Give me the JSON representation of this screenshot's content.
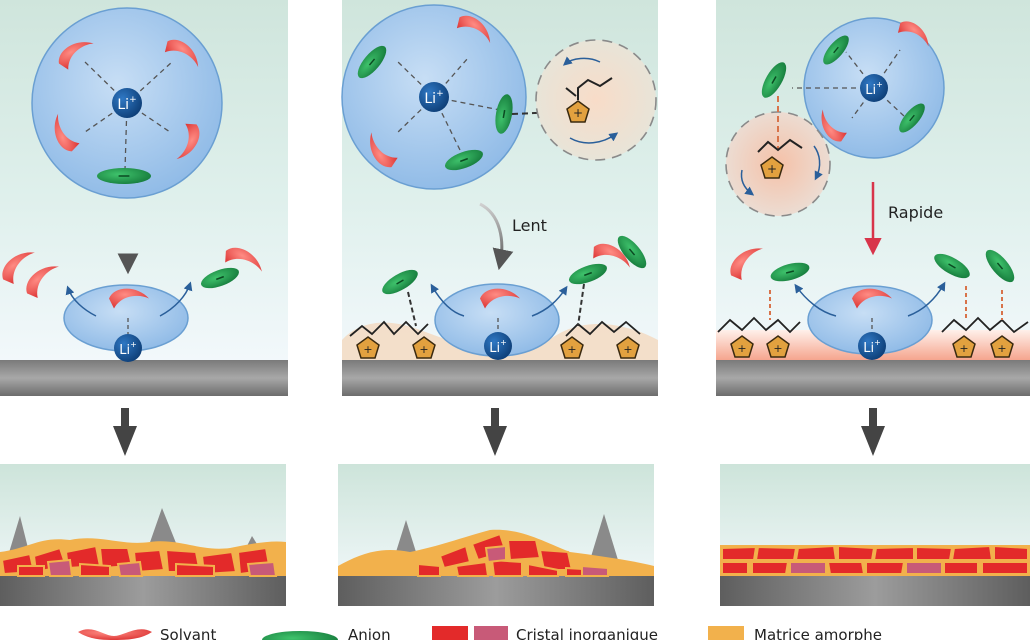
{
  "ion": {
    "base": "Li",
    "charge": "+"
  },
  "cation_charge": "+",
  "panels": [
    {
      "id": "left",
      "transition_label": ""
    },
    {
      "id": "middle",
      "transition_label": "Lent"
    },
    {
      "id": "right",
      "transition_label": "Rapide"
    }
  ],
  "legend": {
    "items": [
      {
        "label": "Solvant"
      },
      {
        "label": "Anion"
      },
      {
        "label": "Cristal inorganique"
      },
      {
        "label": "Matrice amorphe"
      }
    ]
  },
  "colors": {
    "solvent": "#e3403f",
    "anion": "#1f9a4b",
    "li_ion": "#124f8a",
    "sphere": "#9cc4ea",
    "cation": "#e0a040",
    "substrate": "#8a8a8a",
    "crystal": "#e32a2a",
    "crystal_alt": "#c85a78",
    "matrix": "#f2b14c",
    "background": "#dbece6"
  },
  "icons": {
    "solvent": "crescent-solvent-icon",
    "anion": "ellipse-anion-icon",
    "li": "li-ion-icon",
    "cation": "pentagon-cation-icon",
    "arrow": "down-arrow-icon"
  }
}
